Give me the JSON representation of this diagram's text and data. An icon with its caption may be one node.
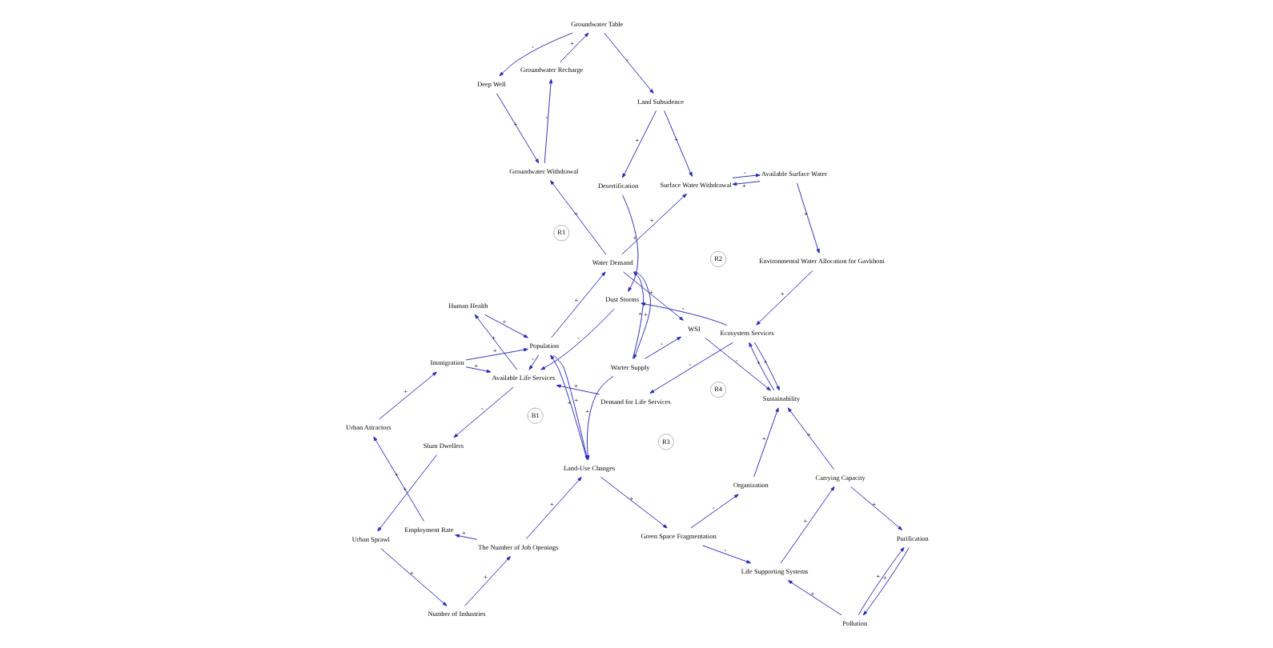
{
  "diagram": {
    "nodes": [
      {
        "text": [
          "Green Space Fragmentation"
        ]
      },
      {
        "text": [
          "Pollution"
        ]
      },
      {
        "text": [
          "Life Supporting Systems"
        ]
      },
      {
        "text": [
          "Purification"
        ]
      },
      {
        "text": [
          "Land-Use Changes"
        ]
      },
      {
        "text": [
          "Warter Supply"
        ]
      },
      {
        "text": [
          "WSI"
        ]
      },
      {
        "text": [
          "Organization"
        ]
      },
      {
        "text": [
          "The Number of Job Openings"
        ]
      },
      {
        "text": [
          "Water Demand"
        ]
      },
      {
        "text": [
          "Available Surface Water"
        ]
      },
      {
        "text": [
          "Carrying Capacity"
        ]
      },
      {
        "text": [
          "Environmental Water Allocation for Gavkhoni"
        ]
      },
      {
        "text": [
          "Number of Industries"
        ]
      },
      {
        "text": [
          "Employment Rate"
        ]
      },
      {
        "text": [
          "Population"
        ]
      },
      {
        "text": [
          "Surface Water Withdrawal"
        ]
      },
      {
        "text": [
          "Groundwater Withdrawal"
        ]
      },
      {
        "text": [
          "Sustainability"
        ]
      },
      {
        "text": [
          "Urban Attractors"
        ]
      },
      {
        "text": [
          "Ecosystem Services"
        ]
      },
      {
        "text": [
          "Urban Sprawl"
        ]
      },
      {
        "text": [
          "Deep Well"
        ]
      },
      {
        "text": [
          "Groundwater Recharge"
        ]
      },
      {
        "text": [
          "Immigration"
        ]
      },
      {
        "text": [
          "Human Health"
        ]
      },
      {
        "text": [
          "Slum Dwellers"
        ]
      },
      {
        "text": [
          "Available Life Services"
        ]
      },
      {
        "text": [
          "Groundwater Table"
        ]
      },
      {
        "text": [
          "Desertification"
        ]
      },
      {
        "text": [
          "Dust Storms"
        ]
      },
      {
        "text": [
          "Land Subsidence"
        ]
      },
      {
        "text": [
          "Demand for Life Services"
        ]
      }
    ],
    "edges": [
      {
        "from": 13,
        "to": 8,
        "arrow": "to",
        "label": "+"
      },
      {
        "from": 8,
        "to": 4,
        "arrow": "to",
        "label": "+"
      },
      {
        "from": 8,
        "to": 14,
        "arrow": "to",
        "label": "+"
      },
      {
        "from": 14,
        "to": 19,
        "arrow": "to",
        "label": "+"
      },
      {
        "from": 19,
        "to": 24,
        "arrow": "to",
        "label": "+"
      },
      {
        "from": 24,
        "to": 27,
        "arrow": "to",
        "label": "+"
      },
      {
        "from": 24,
        "to": 15,
        "arrow": "to",
        "label": "+"
      },
      {
        "from": 15,
        "to": 27,
        "arrow": "to",
        "label": "-"
      },
      {
        "from": 25,
        "to": 15,
        "arrow": "to",
        "label": "+"
      },
      {
        "from": 27,
        "to": 25,
        "arrow": "to",
        "label": "+"
      },
      {
        "from": 27,
        "to": 26,
        "arrow": "to",
        "label": "-"
      },
      {
        "from": 26,
        "to": 21,
        "arrow": "to",
        "label": "+"
      },
      {
        "from": 21,
        "to": 13,
        "arrow": "to",
        "label": "+"
      },
      {
        "from": 29,
        "to": 30,
        "arrow": "to",
        "label": "+"
      },
      {
        "from": 30,
        "to": 27,
        "arrow": "to",
        "label": "-"
      },
      {
        "from": 31,
        "to": 29,
        "arrow": "to",
        "label": "+"
      },
      {
        "from": 32,
        "to": 27,
        "arrow": "to",
        "label": "+"
      },
      {
        "from": 20,
        "to": 30,
        "arrow": "to",
        "label": "-"
      },
      {
        "from": 20,
        "to": 32,
        "arrow": "to",
        "label": "-"
      },
      {
        "from": 31,
        "to": 16,
        "arrow": "to",
        "label": "+"
      },
      {
        "from": 28,
        "to": 31,
        "arrow": "to",
        "label": "-"
      },
      {
        "from": 23,
        "to": 28,
        "arrow": "to",
        "label": "+"
      },
      {
        "from": 17,
        "to": 23,
        "arrow": "to",
        "label": "-"
      },
      {
        "from": 28,
        "to": 22,
        "arrow": "to",
        "label": "-"
      },
      {
        "from": 22,
        "to": 17,
        "arrow": "to",
        "label": "+"
      },
      {
        "from": 9,
        "to": 17,
        "arrow": "to",
        "label": "+"
      },
      {
        "from": 9,
        "to": 16,
        "arrow": "to",
        "label": "+"
      },
      {
        "from": 9,
        "to": 6,
        "arrow": "to",
        "label": "+"
      },
      {
        "from": 5,
        "to": 6,
        "arrow": "to",
        "label": "-"
      },
      {
        "from": 5,
        "to": 9,
        "arrow": "to",
        "label": "+"
      },
      {
        "from": 9,
        "to": 5,
        "arrow": "to",
        "label": "+"
      },
      {
        "from": 5,
        "to": 4,
        "arrow": "to",
        "label": "+"
      },
      {
        "from": 4,
        "to": 0,
        "arrow": "to",
        "label": "+"
      },
      {
        "from": 4,
        "to": 15,
        "arrow": "to",
        "label": "+"
      },
      {
        "from": 15,
        "to": 4,
        "arrow": "to",
        "label": "+"
      },
      {
        "from": 15,
        "to": 9,
        "arrow": "to",
        "label": "+"
      },
      {
        "from": 0,
        "to": 2,
        "arrow": "to",
        "label": "-"
      },
      {
        "from": 0,
        "to": 7,
        "arrow": "to",
        "label": "-"
      },
      {
        "from": 6,
        "to": 18,
        "arrow": "to",
        "label": "-"
      },
      {
        "from": 7,
        "to": 18,
        "arrow": "to",
        "label": "+"
      },
      {
        "from": 2,
        "to": 11,
        "arrow": "to",
        "label": "+"
      },
      {
        "from": 1,
        "to": 2,
        "arrow": "to",
        "label": "+"
      },
      {
        "from": 1,
        "to": 3,
        "arrow": "to",
        "label": "+"
      },
      {
        "from": 3,
        "to": 1,
        "arrow": "to",
        "label": "+"
      },
      {
        "from": 11,
        "to": 3,
        "arrow": "to",
        "label": "+"
      },
      {
        "from": 11,
        "to": 18,
        "arrow": "to",
        "label": "+"
      },
      {
        "from": 10,
        "to": 12,
        "arrow": "to",
        "label": "+"
      },
      {
        "from": 10,
        "to": 16,
        "arrow": "to",
        "label": "+"
      },
      {
        "from": 16,
        "to": 10,
        "arrow": "to",
        "label": "-"
      },
      {
        "from": 12,
        "to": 20,
        "arrow": "to",
        "label": "+"
      },
      {
        "from": 20,
        "to": 18,
        "arrow": "to",
        "label": "+"
      },
      {
        "from": 18,
        "to": 20,
        "arrow": "to",
        "label": "+"
      }
    ],
    "labels": [
      "R4",
      "R2",
      "R1",
      "B1",
      "R3"
    ]
  }
}
